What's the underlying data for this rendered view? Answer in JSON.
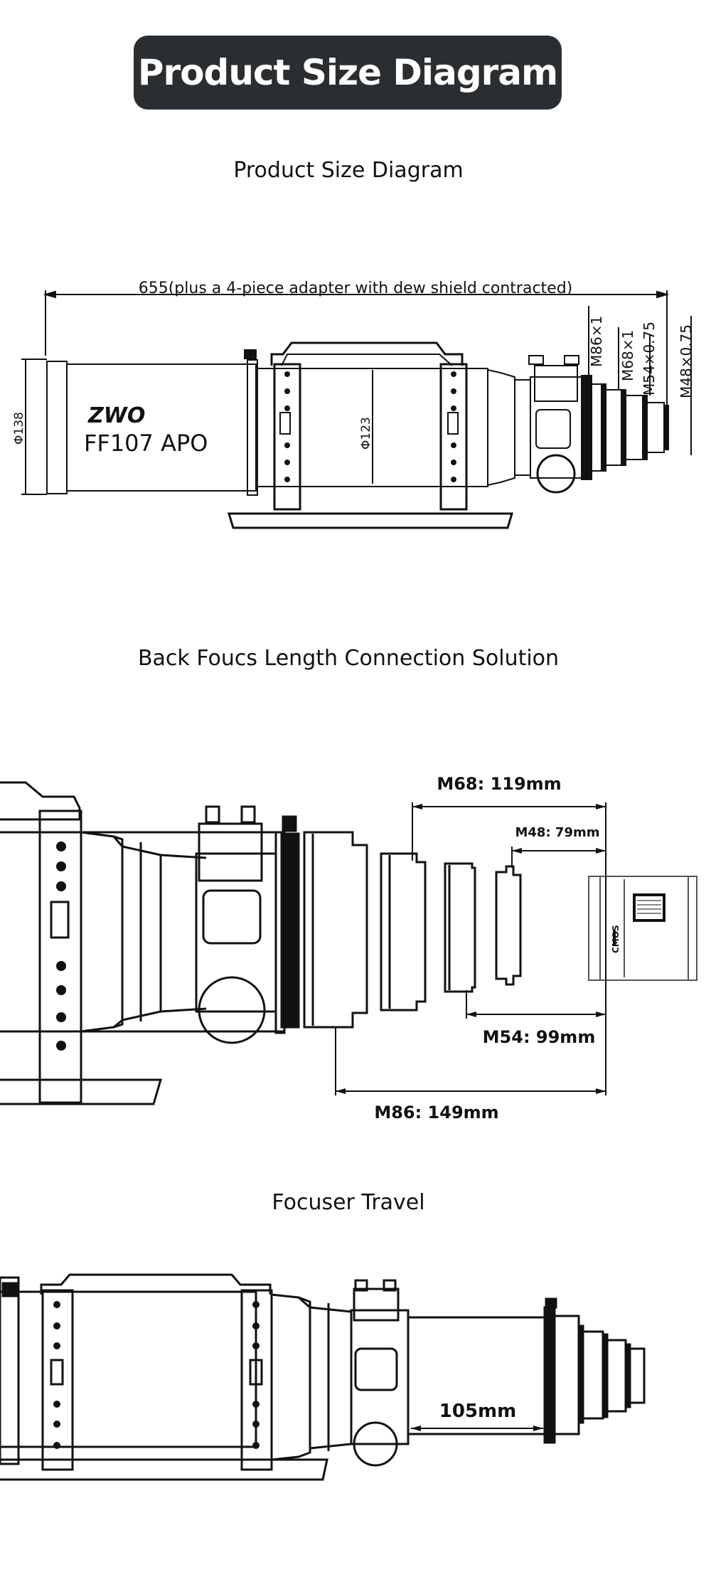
{
  "banner": {
    "title": "Product Size Diagram"
  },
  "sections": [
    {
      "title": "Product Size Diagram"
    },
    {
      "title": "Back Foucs Length Connection Solution"
    },
    {
      "title": "Focuser Travel"
    }
  ],
  "diagram1": {
    "overall_length": "655(plus a 4-piece adapter with dew shield contracted)",
    "brand_logo": "ZWO",
    "model_name": "FF107 APO",
    "dew_shield_diameter": "Φ138",
    "tube_diameter": "Φ123",
    "thread_m86": "M86×1",
    "thread_m68": "M68×1",
    "thread_m54": "M54×0.75",
    "thread_m48": "M48×0.75"
  },
  "diagram2": {
    "m68_length": "M68: 119mm",
    "m48_length": "M48: 79mm",
    "m54_length": "M54: 99mm",
    "m86_length": "M86: 149mm",
    "camera_label": "CMOS"
  },
  "diagram3": {
    "travel_length": "105mm"
  }
}
